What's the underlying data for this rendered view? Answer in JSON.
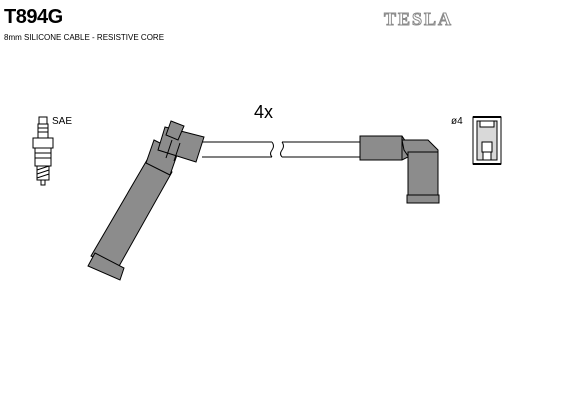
{
  "header": {
    "part_number": "T894G",
    "description": "8mm SILICONE CABLE - RESISTIVE CORE",
    "brand": "TESLA"
  },
  "diagram": {
    "quantity_label": "4x",
    "spark_plug_label": "SAE",
    "connector_label": "ø4"
  },
  "colors": {
    "boot_fill": "#8c8c8c",
    "outline": "#000000",
    "brand_stroke": "#8a8a8a"
  }
}
